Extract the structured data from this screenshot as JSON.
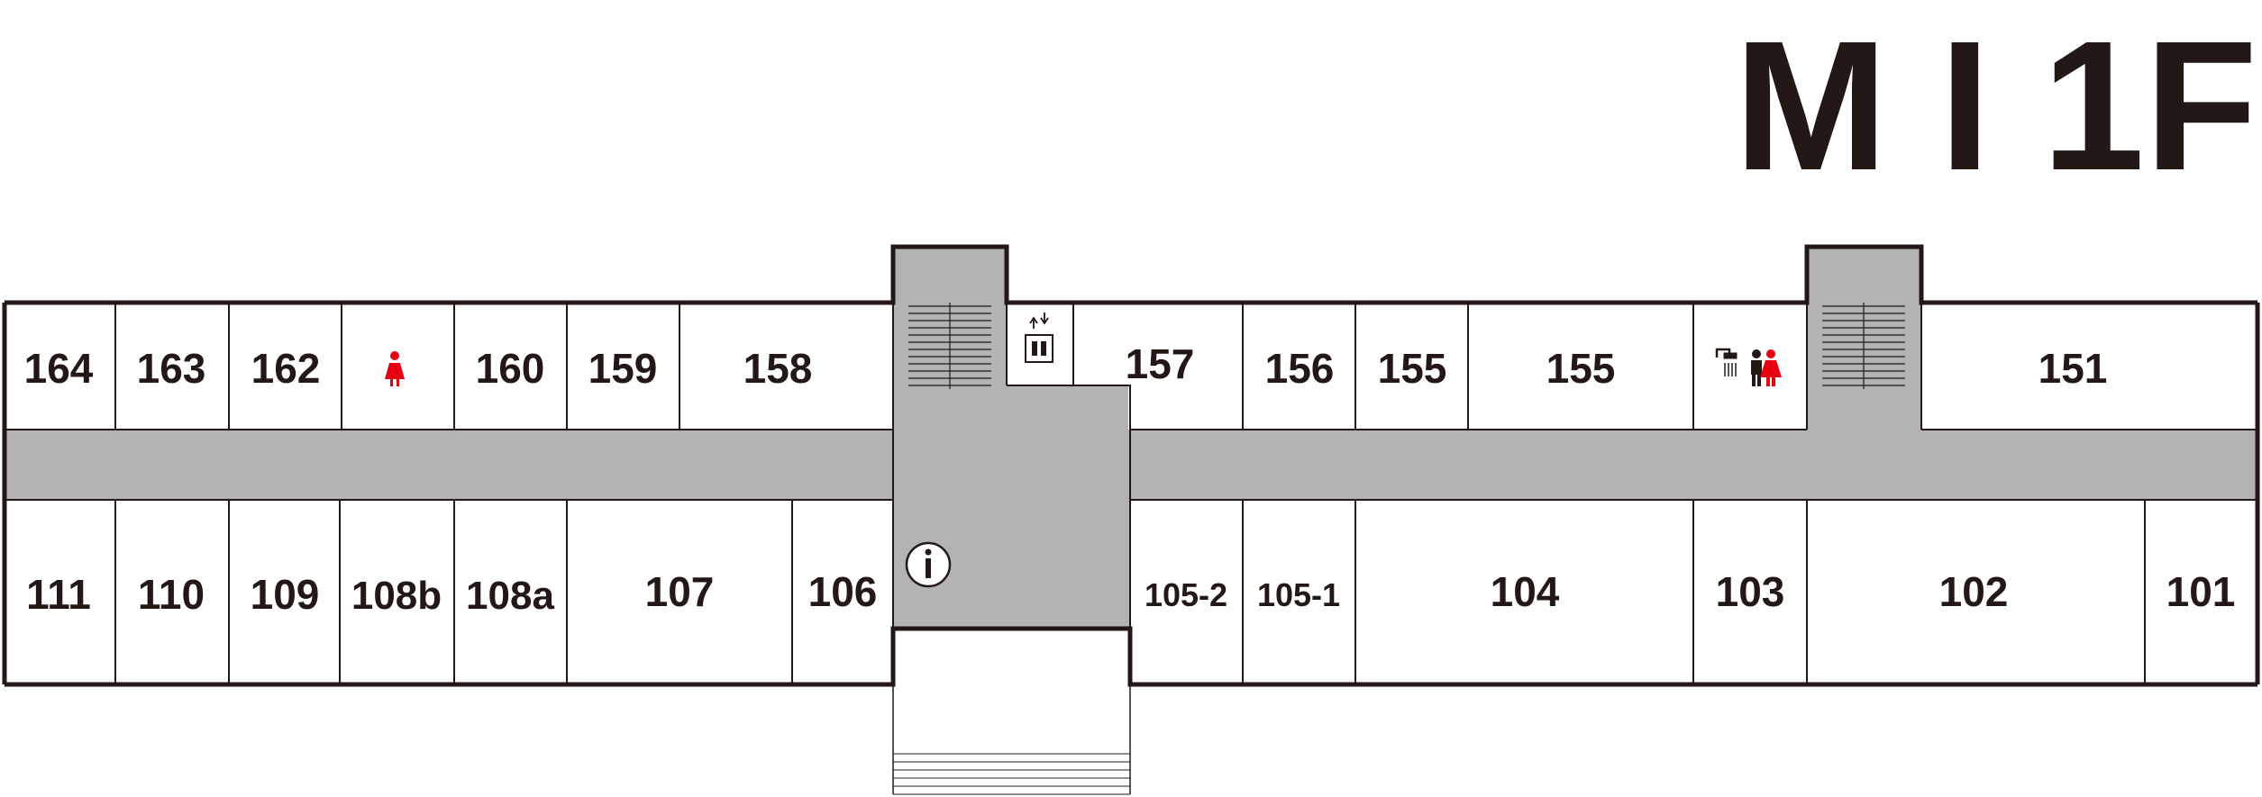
{
  "title": "M I 1F",
  "colors": {
    "wall": "#231815",
    "corridor": "#b3b3b3",
    "room": "#ffffff",
    "women_icon": "#e60012",
    "men_icon": "#231815"
  },
  "rooms_top": [
    "164",
    "163",
    "162",
    "160",
    "159",
    "158",
    "157",
    "156",
    "155",
    "155",
    "151"
  ],
  "rooms_bottom": [
    "111",
    "110",
    "109",
    "108b",
    "108a",
    "107",
    "106",
    "105-2",
    "105-1",
    "104",
    "103",
    "102",
    "101"
  ],
  "icons": [
    "womens-restroom-icon",
    "elevator-icon",
    "shower-icon",
    "mens-restroom-icon",
    "womens-restroom-icon",
    "information-icon",
    "stairs-icon"
  ]
}
